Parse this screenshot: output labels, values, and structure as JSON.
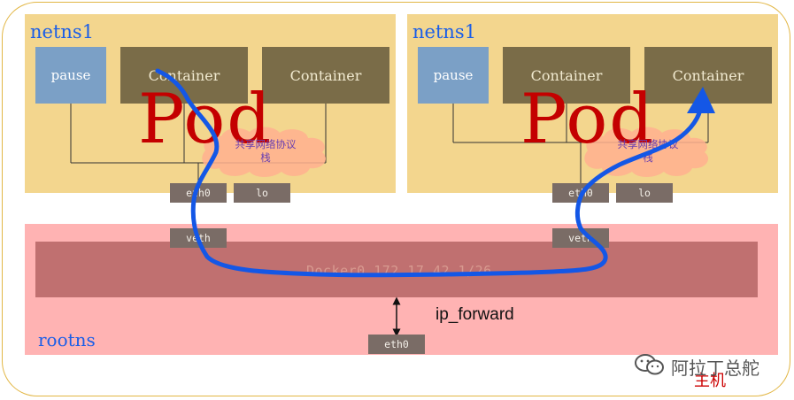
{
  "netns_left": {
    "label": "netns1",
    "pause": "pause",
    "containers": [
      "Container",
      "Container"
    ],
    "pod": "Pod",
    "stack": [
      "共享网络协议",
      "栈"
    ],
    "eth": "eth0",
    "lo": "lo"
  },
  "netns_right": {
    "label": "netns1",
    "pause": "pause",
    "containers": [
      "Container",
      "Container"
    ],
    "pod": "Pod",
    "stack": [
      "共享网络协议",
      "栈"
    ],
    "eth": "eth0",
    "lo": "lo"
  },
  "rootns": {
    "label": "rootns",
    "veth_left": "veth",
    "veth_right": "veth",
    "bridge": "Docker0 172.17.42.1/26",
    "ip_forward": "ip_forward",
    "eth": "eth0"
  },
  "host": {
    "label": "主机"
  },
  "watermark": {
    "text": "阿拉丁总舵"
  },
  "colors": {
    "namespace": "#f3d68e",
    "pause": "#7ba0c6",
    "container": "#7a6c48",
    "pod_text": "#c40000",
    "rootns": "#ffb3b3",
    "bridge": "#c07070",
    "label_blue": "#1a5ee8",
    "flow_arrow": "#1457e6",
    "host_border": "#e2b644"
  }
}
